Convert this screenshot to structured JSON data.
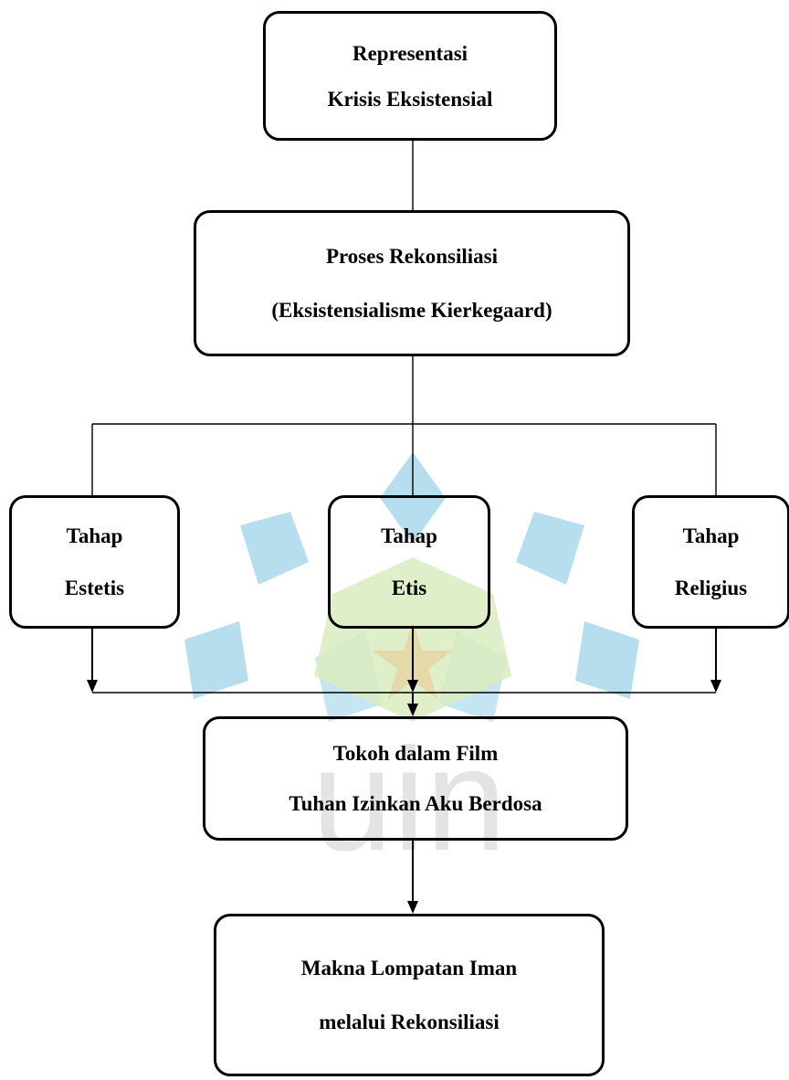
{
  "diagram": {
    "nodes": {
      "representasi": {
        "line1": "Representasi",
        "line2": "Krisis Eksistensial"
      },
      "rekonsiliasi": {
        "line1": "Proses Rekonsiliasi",
        "line2": "(Eksistensialisme Kierkegaard)"
      },
      "estetis": {
        "line1": "Tahap",
        "line2": "Estetis"
      },
      "etis": {
        "line1": "Tahap",
        "line2": "Etis"
      },
      "religius": {
        "line1": "Tahap",
        "line2": "Religius"
      },
      "tokoh": {
        "line1": "Tokoh dalam Film",
        "line2": "Tuhan Izinkan Aku Berdosa"
      },
      "makna": {
        "line1": "Makna Lompatan Iman",
        "line2": "melalui Rekonsiliasi"
      }
    },
    "watermark": {
      "text": "uin",
      "colors": {
        "blue": "#9fd3ea",
        "green": "#d9ecc0",
        "star": "#e5d6a8",
        "letters": "#cfcfcf"
      }
    }
  }
}
